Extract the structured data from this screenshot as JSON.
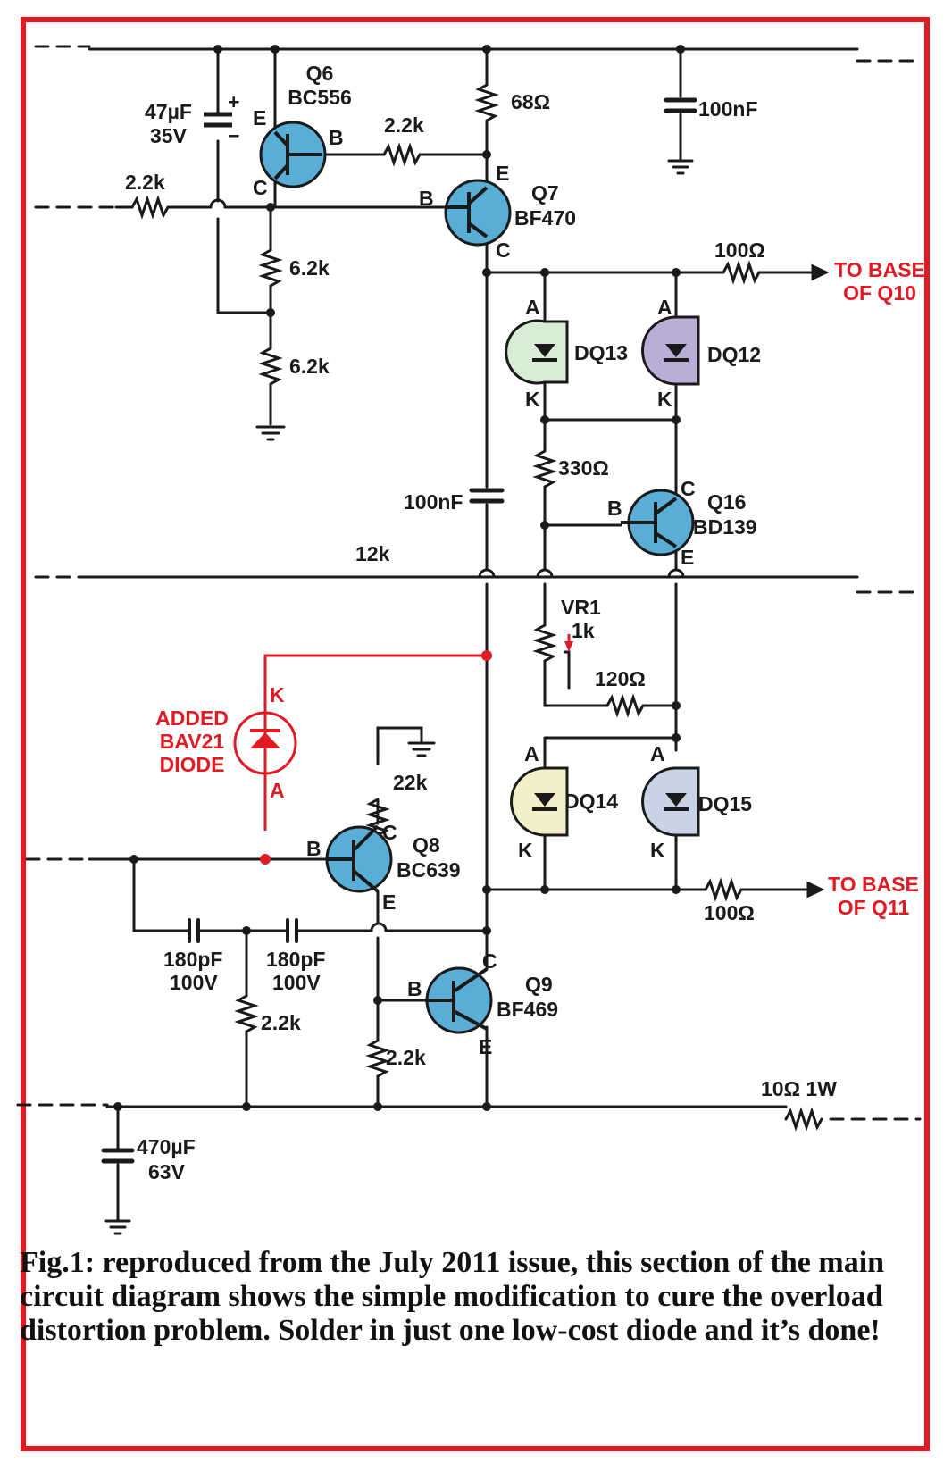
{
  "diagram": {
    "q6": {
      "name": "Q6",
      "type": "BC556",
      "e": "E",
      "b": "B",
      "c": "C"
    },
    "q7": {
      "name": "Q7",
      "type": "BF470",
      "e": "E",
      "b": "B",
      "c": "C"
    },
    "q8": {
      "name": "Q8",
      "type": "BC639",
      "e": "E",
      "b": "B",
      "c": "C"
    },
    "q9": {
      "name": "Q9",
      "type": "BF469",
      "e": "E",
      "b": "B",
      "c": "C"
    },
    "q16": {
      "name": "Q16",
      "type": "BD139",
      "e": "E",
      "b": "B",
      "c": "C"
    },
    "c47": {
      "value": "47µF",
      "voltage": "35V",
      "plus": "+",
      "minus": "−"
    },
    "c470": {
      "value": "470µF",
      "voltage": "63V"
    },
    "c100n_top": "100nF",
    "c100n_mid": "100nF",
    "c180_1": {
      "value": "180pF",
      "voltage": "100V"
    },
    "c180_2": {
      "value": "180pF",
      "voltage": "100V"
    },
    "r68": "68Ω",
    "r2k2_q6": "2.2k",
    "r2k2_in": "2.2k",
    "r6k2_a": "6.2k",
    "r6k2_b": "6.2k",
    "r100_top": "100Ω",
    "r330": "330Ω",
    "r12k": "12k",
    "vr1": {
      "name": "VR1",
      "value": "1k"
    },
    "r120": "120Ω",
    "r22k": "22k",
    "r100_bot": "100Ω",
    "r2k2_a": "2.2k",
    "r2k2_b": "2.2k",
    "r10": "10Ω 1W",
    "dq13": "DQ13",
    "dq12": "DQ12",
    "dq14": "DQ14",
    "dq15": "DQ15",
    "pin_a": "A",
    "pin_k": "K",
    "to_q10": [
      "TO BASE",
      "OF Q10"
    ],
    "to_q11": [
      "TO BASE",
      "OF Q11"
    ],
    "added": [
      "ADDED",
      "BAV21",
      "DIODE"
    ],
    "added_k": "K",
    "added_a": "A",
    "colors": {
      "border": "#e01b24",
      "transistor": "#5aaed6",
      "dq13": "#d9ecd6",
      "dq12": "#b8aed6",
      "dq14": "#f3efc8",
      "dq15": "#c9d3e6"
    }
  },
  "caption": "Fig.1: reproduced from the July 2011 issue, this section of the main circuit diagram shows the simple modification to cure the overload distortion problem. Solder in just one low-cost diode and it’s done!"
}
